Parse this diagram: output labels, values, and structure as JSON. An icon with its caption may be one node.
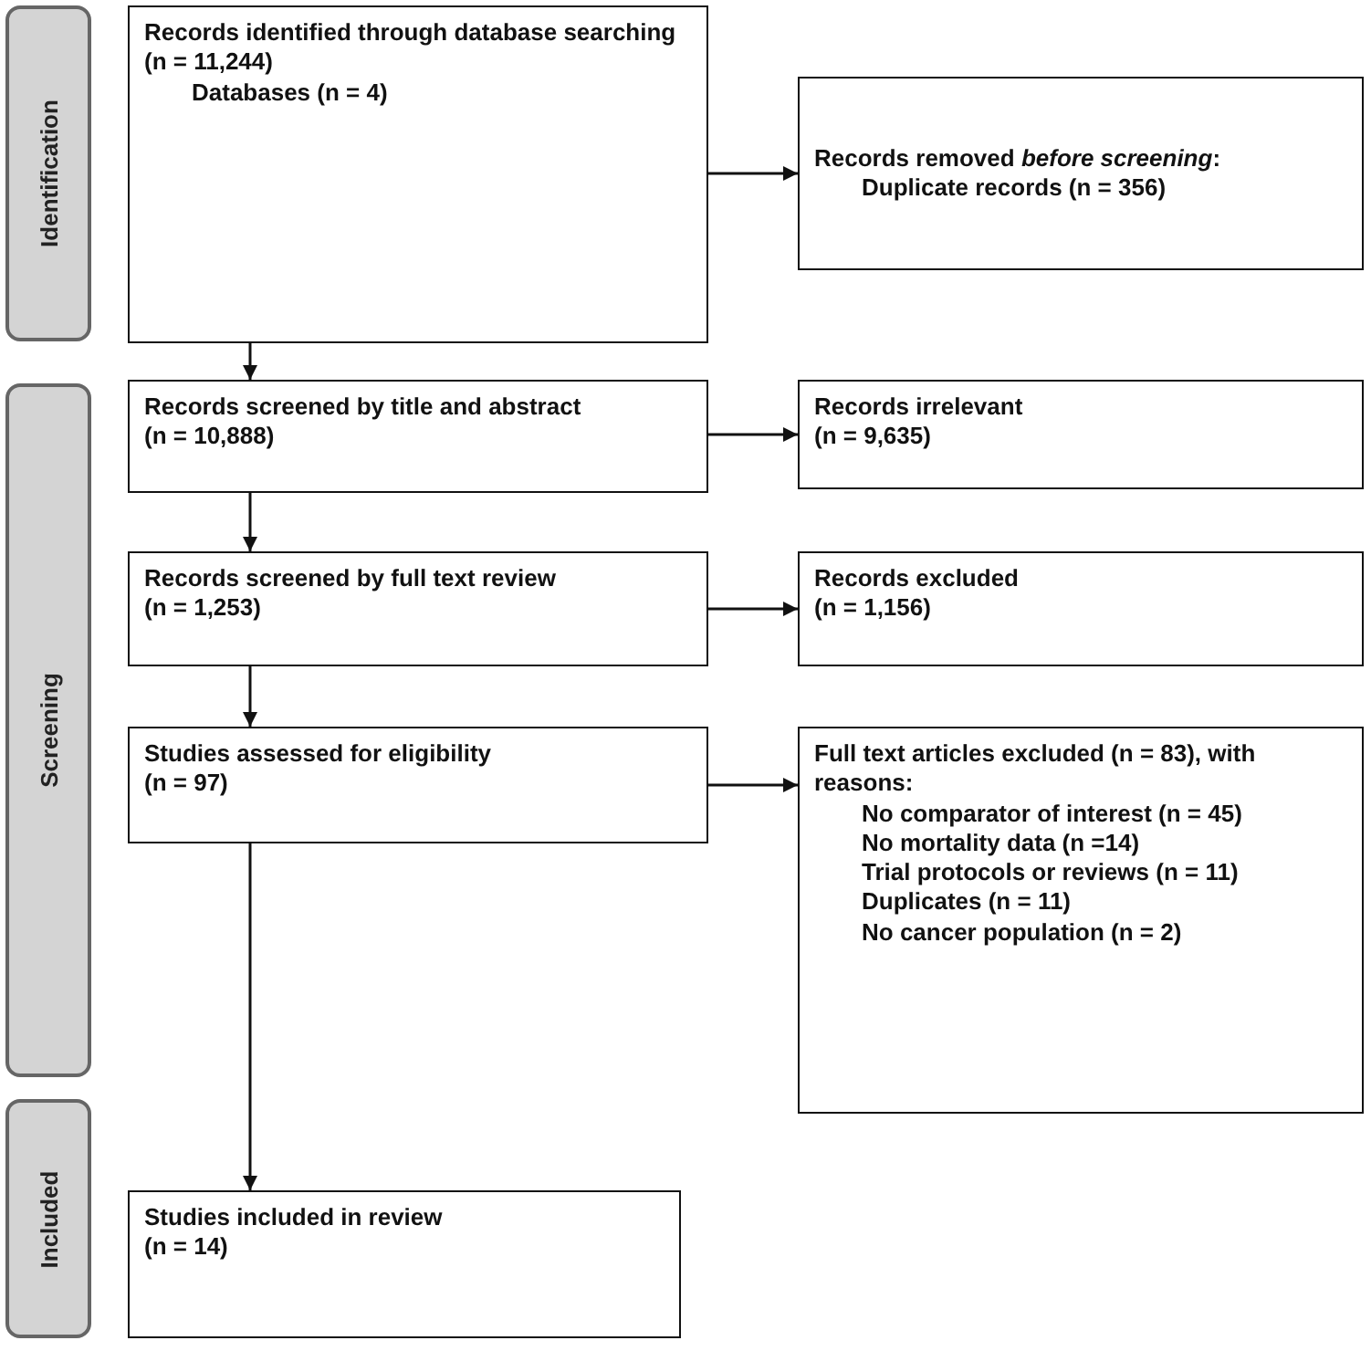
{
  "diagram": {
    "nodes": [
      {
        "text": [
          "Identification"
        ]
      },
      {
        "text": [
          "Records identified through database searching (n = 11,244)",
          "Databases (n = 4)"
        ]
      },
      {
        "text": [
          "Records removed *before screening*:",
          "Duplicate records (n = 356)"
        ]
      },
      {
        "text": [
          "Screening"
        ]
      },
      {
        "text": [
          "Records screened by title and abstract",
          "(n = 10,888)"
        ]
      },
      {
        "text": [
          "Records irrelevant",
          "(n = 9,635)"
        ]
      },
      {
        "text": [
          "Records screened by full text review",
          "(n = 1,253)"
        ]
      },
      {
        "text": [
          "Records excluded",
          "(n = 1,156)"
        ]
      },
      {
        "text": [
          "Studies assessed for eligibility",
          "(n = 97)"
        ]
      },
      {
        "text": [
          "Full text articles excluded (n = 83), with reasons:",
          "No comparator of interest (n = 45)",
          "No mortality data (n =14)",
          "Trial protocols or reviews (n = 11)",
          "Duplicates (n = 11)",
          "No cancer population (n = 2)"
        ]
      },
      {
        "text": [
          "Included"
        ]
      },
      {
        "text": [
          "Studies included in review",
          "(n = 14)"
        ]
      }
    ],
    "edges": [
      {
        "from": 1,
        "to": 2,
        "arrow": "to"
      },
      {
        "from": 1,
        "to": 4,
        "arrow": "to"
      },
      {
        "from": 4,
        "to": 5,
        "arrow": "to"
      },
      {
        "from": 4,
        "to": 6,
        "arrow": "to"
      },
      {
        "from": 6,
        "to": 7,
        "arrow": "to"
      },
      {
        "from": 6,
        "to": 8,
        "arrow": "to"
      },
      {
        "from": 8,
        "to": 9,
        "arrow": "to"
      },
      {
        "from": 8,
        "to": 11,
        "arrow": "to"
      }
    ]
  }
}
